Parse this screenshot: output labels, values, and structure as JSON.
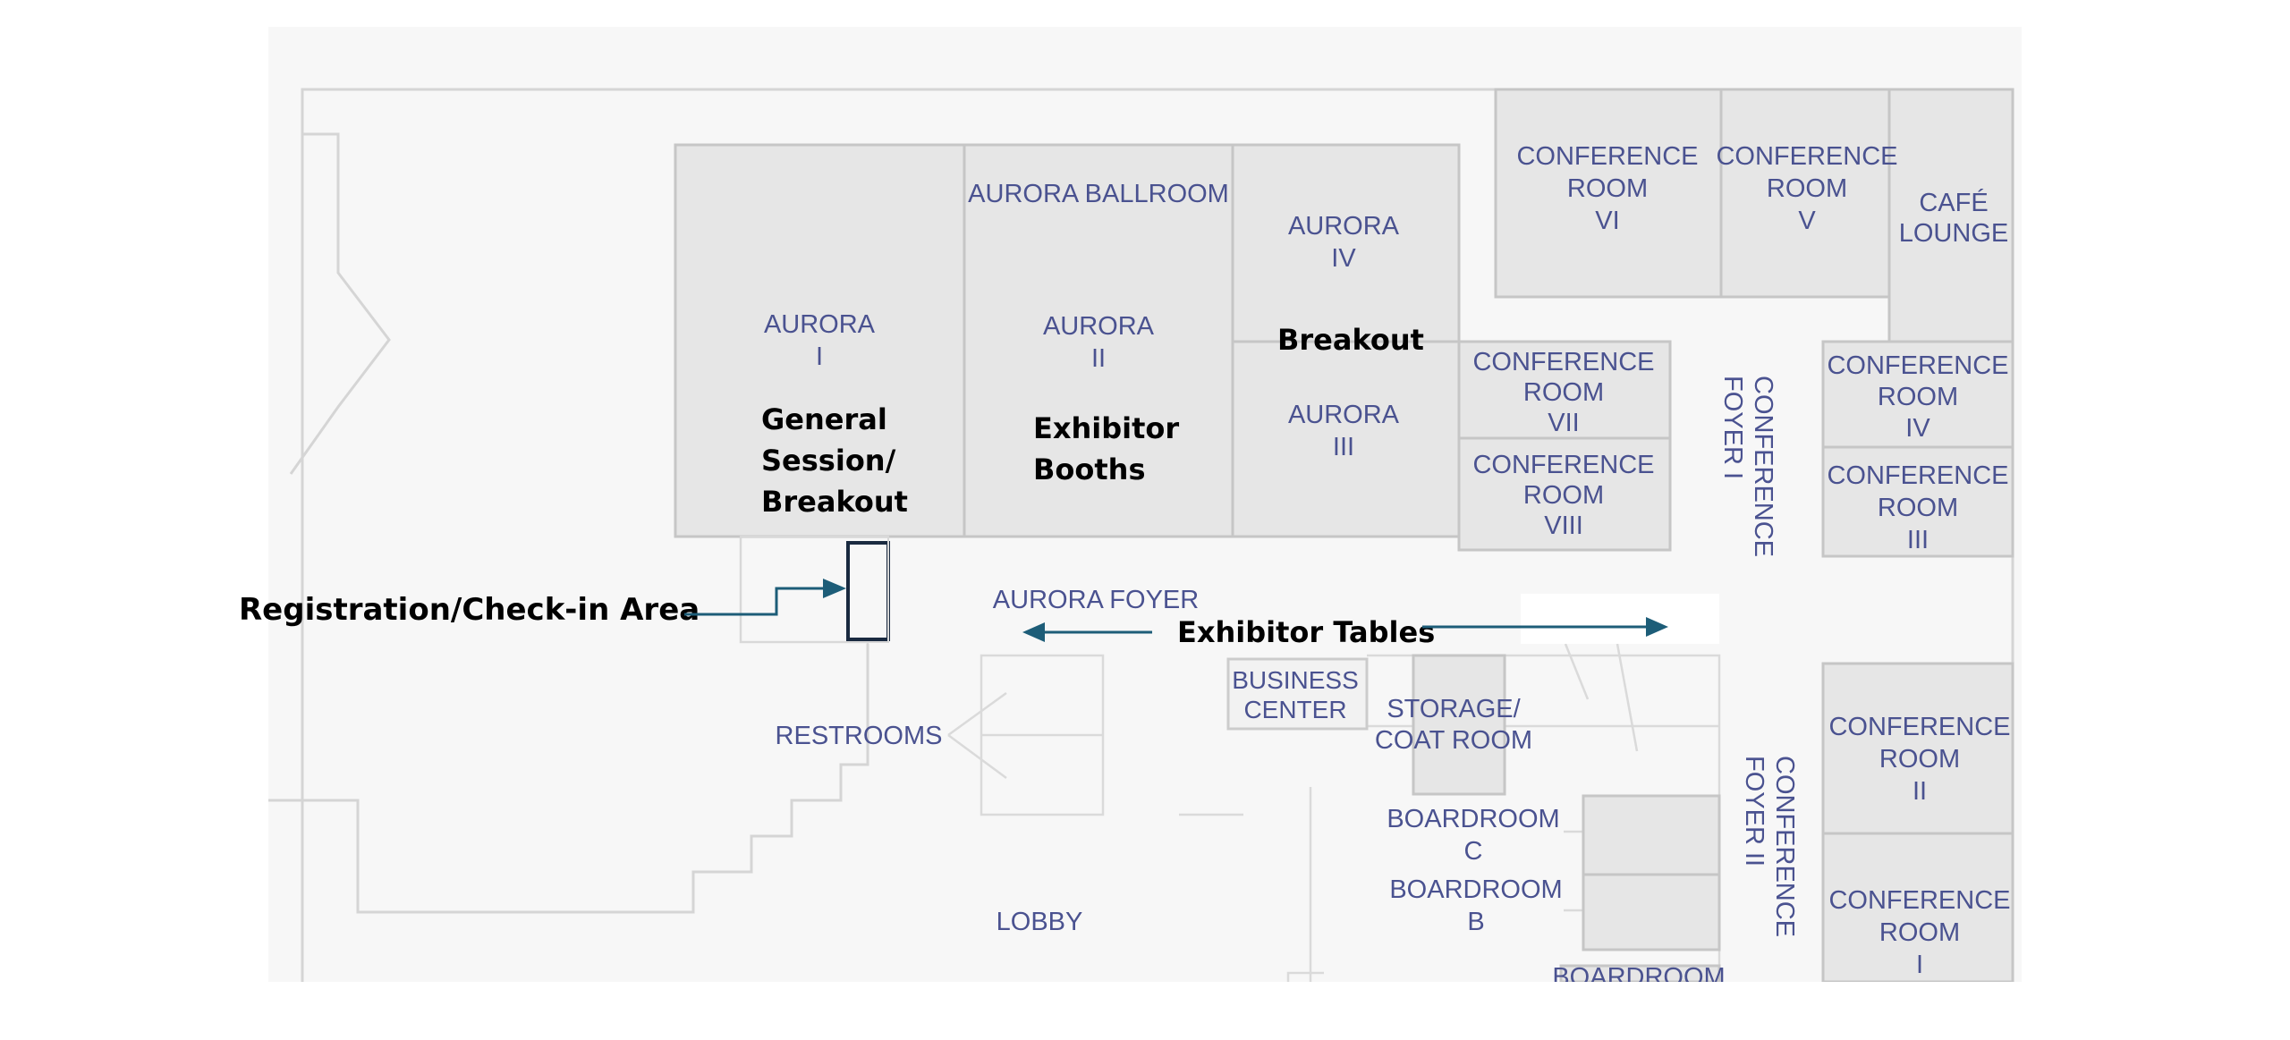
{
  "rooms": {
    "aurora_ballroom": "AURORA BALLROOM",
    "aurora_i": [
      "AURORA",
      "I"
    ],
    "aurora_ii": [
      "AURORA",
      "II"
    ],
    "aurora_iii": [
      "AURORA",
      "III"
    ],
    "aurora_iv": [
      "AURORA",
      "IV"
    ],
    "conf_vi": [
      "CONFERENCE",
      "ROOM",
      "VI"
    ],
    "conf_v": [
      "CONFERENCE",
      "ROOM",
      "V"
    ],
    "cafe": [
      "CAFÉ",
      "LOUNGE"
    ],
    "conf_vii": [
      "CONFERENCE",
      "ROOM",
      "VII"
    ],
    "conf_viii": [
      "CONFERENCE",
      "ROOM",
      "VIII"
    ],
    "conf_iv": [
      "CONFERENCE",
      "ROOM",
      "IV"
    ],
    "conf_iii": [
      "CONFERENCE",
      "ROOM",
      "III"
    ],
    "conf_ii": [
      "CONFERENCE",
      "ROOM",
      "II"
    ],
    "conf_i": [
      "CONFERENCE",
      "ROOM",
      "I"
    ],
    "conf_foyer_i": [
      "CONFERENCE",
      "FOYER I"
    ],
    "conf_foyer_ii": [
      "CONFERENCE",
      "FOYER II"
    ],
    "aurora_foyer": "AURORA FOYER",
    "business_center": [
      "BUSINESS",
      "CENTER"
    ],
    "storage": [
      "STORAGE/",
      "COAT ROOM"
    ],
    "restrooms": "RESTROOMS",
    "boardroom_c": [
      "BOARDROOM",
      "C"
    ],
    "boardroom_b": [
      "BOARDROOM",
      "B"
    ],
    "boardroom_a": "BOARDROOM",
    "lobby": "LOBBY"
  },
  "annotations": {
    "general_session": [
      "General",
      "Session/",
      "Breakout"
    ],
    "exhibitor_booths": [
      "Exhibitor",
      "Booths"
    ],
    "breakout": "Breakout",
    "registration": "Registration/Check-in Area",
    "exhibitor_tables": "Exhibitor Tables"
  },
  "colors": {
    "map_background": "#f7f7f7",
    "room_fill": "#e6e6e6",
    "room_label": "#4a5290",
    "annotation_text": "#000000",
    "arrow": "#1d5d78"
  }
}
